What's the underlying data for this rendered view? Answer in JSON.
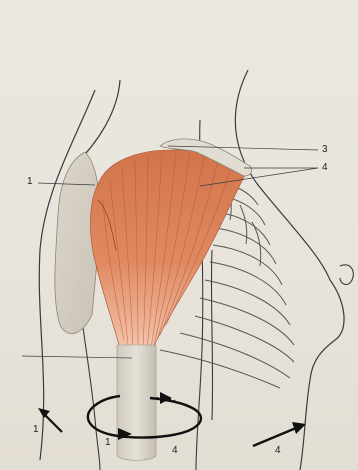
{
  "labels": {
    "origin_clavicular": "1",
    "humerus_rotation_left": "1",
    "humerus_rotation_bottom": "1",
    "acromion": "3",
    "ribs": "4",
    "rotation_arrow": "4",
    "chest_arrow": "4"
  },
  "colors": {
    "background": "#e9e5dd",
    "muscle_dark": "#c9623c",
    "muscle_light": "#f0b08c",
    "bone": "#d9d3c7",
    "outline": "#2d2d2d"
  }
}
